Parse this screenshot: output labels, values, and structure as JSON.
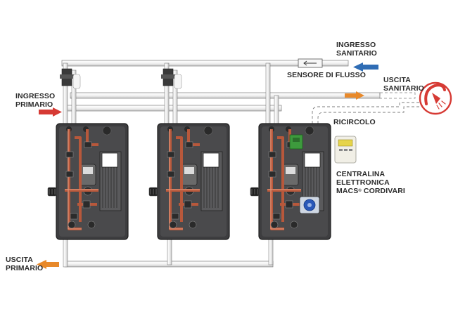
{
  "labels": {
    "ingresso_sanitario": [
      "INGRESSO",
      "SANITARIO"
    ],
    "uscita_sanitario": [
      "USCITA",
      "SANITARIO"
    ],
    "sensore_di_flusso": "SENSORE DI FLUSSO",
    "ingresso_primario": [
      "INGRESSO",
      "PRIMARIO"
    ],
    "ricircolo": "RICIRCOLO",
    "centralina": [
      "CENTRALINA",
      "ELETTRONICA",
      "MACS",
      "CORDIVARI"
    ],
    "centralina_mark": "®",
    "uscita_primario": [
      "USCITA",
      "PRIMARIO"
    ]
  },
  "colors": {
    "ingresso_sanitario_arrow": "#2f6db5",
    "uscita_sanitario_arrow": "#e8892a",
    "ingresso_primario_arrow": "#d63a34",
    "uscita_primario_arrow": "#e8892a",
    "shower_icon": "#d63a34",
    "unit_body": "#3d3d3f",
    "copper_pipe": "#b8583b"
  },
  "units": [
    "unit-1",
    "unit-2",
    "unit-3-master"
  ]
}
